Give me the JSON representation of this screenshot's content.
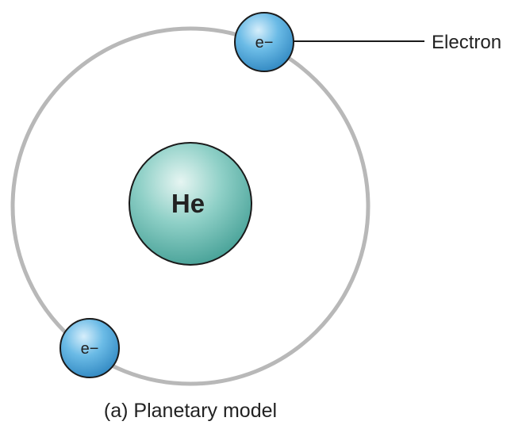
{
  "diagram": {
    "nucleus_label": "He",
    "electron_symbol": "e−",
    "callout_label": "Electron",
    "caption": "(a) Planetary model",
    "colors": {
      "orbit": "#b8b8b8",
      "nucleus_fill": "#5fb8ae",
      "nucleus_highlight": "#e6f5f2",
      "electron_fill": "#4aa3d8",
      "electron_highlight": "#d6eefb",
      "outline": "#1a1a1a",
      "text": "#222222"
    }
  }
}
